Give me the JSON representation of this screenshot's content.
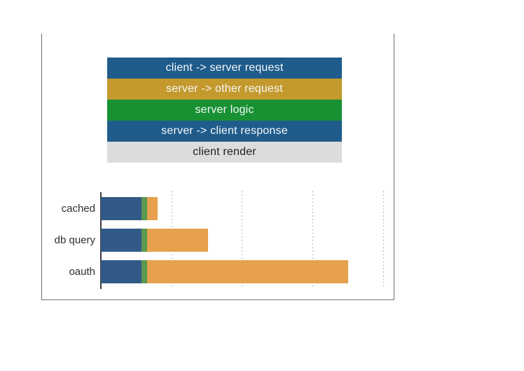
{
  "window": {
    "background": "#ffffff"
  },
  "frame": {
    "border_color": "#6e6e6e"
  },
  "legend": {
    "position": "top",
    "items": [
      {
        "label": "client -> server request",
        "fill": "#1f5c8c",
        "text_color": "#f5f7f9"
      },
      {
        "label": "server -> other request",
        "fill": "#c49a2e",
        "text_color": "#f5f7f9"
      },
      {
        "label": "server logic",
        "fill": "#179132",
        "text_color": "#f5f7f9"
      },
      {
        "label": "server -> client response",
        "fill": "#1f5c8c",
        "text_color": "#f5f7f9"
      },
      {
        "label": "client render",
        "fill": "#dbdcdd",
        "text_color": "#1e1e1e"
      }
    ]
  },
  "chart_data": {
    "type": "bar",
    "orientation": "horizontal",
    "stacked": true,
    "title": "",
    "xlabel": "",
    "ylabel": "",
    "categories": [
      "cached",
      "db query",
      "oauth"
    ],
    "series": [
      {
        "name": "client -> server request",
        "color": "#315a88",
        "values": [
          58,
          58,
          58
        ]
      },
      {
        "name": "server logic",
        "color": "#5b9950",
        "values": [
          8,
          8,
          8
        ]
      },
      {
        "name": "server -> other request",
        "color": "#e7a14e",
        "values": [
          14,
          86,
          285
        ]
      }
    ],
    "totals": [
      80,
      152,
      351
    ],
    "x_axis": {
      "min": 0,
      "max": 410,
      "gridline_step": 100,
      "tick_labels_visible": false
    },
    "y_axis": {
      "line_color": "#3c3c3c",
      "label_color": "#2e2e2e"
    },
    "gridlines": {
      "visible": true,
      "style": "dotted",
      "color": "#b8b8b8"
    },
    "legend_position": "top"
  }
}
